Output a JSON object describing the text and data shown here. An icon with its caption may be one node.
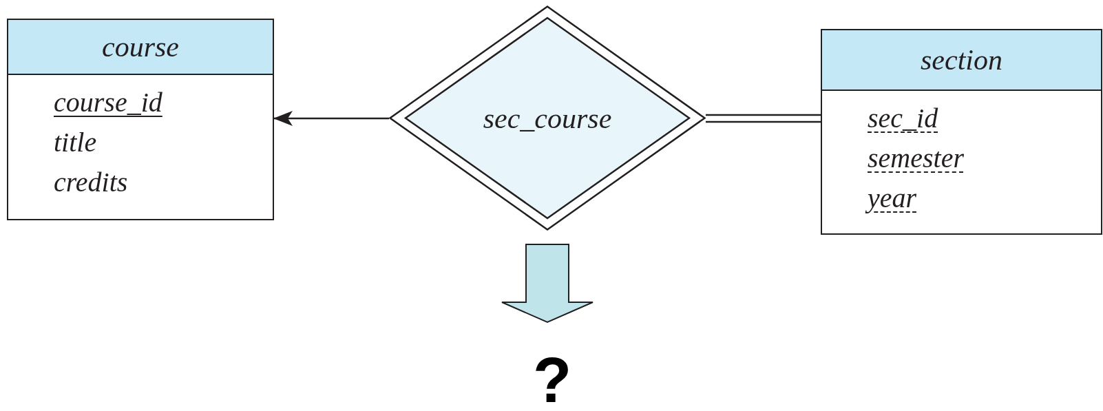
{
  "diagram": {
    "nodes": [
      {
        "text": [
          "course",
          "course_id",
          "title",
          "credits"
        ]
      },
      {
        "text": [
          "sec_course"
        ]
      },
      {
        "text": [
          "section",
          "sec_id",
          "semester",
          "year"
        ]
      },
      {
        "text": [
          "?"
        ]
      }
    ],
    "edges": [
      {
        "from": 1,
        "to": 0,
        "arrow": "to"
      },
      {
        "from": 1,
        "to": 2,
        "arrow": "none",
        "style": "thick"
      },
      {
        "from": 1,
        "to": 3,
        "arrow": "to",
        "style": "thick"
      }
    ]
  }
}
